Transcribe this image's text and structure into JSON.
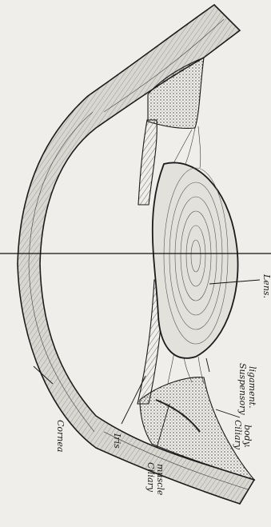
{
  "labels": {
    "cornea": "Cornea",
    "iris": "Iris",
    "ciliary_muscle_1": "Ciliary",
    "ciliary_muscle_2": "muscle",
    "ciliary_body_1": "Ciliary",
    "ciliary_body_2": "body.",
    "suspensory_1": "Suspensory",
    "suspensory_2": "ligament.",
    "lens": "Lens."
  },
  "colors": {
    "paper": "#efeeea",
    "ink": "#1b1b1b",
    "tissue": "#d9d7d1",
    "lens_fill": "#e3e1dc"
  }
}
